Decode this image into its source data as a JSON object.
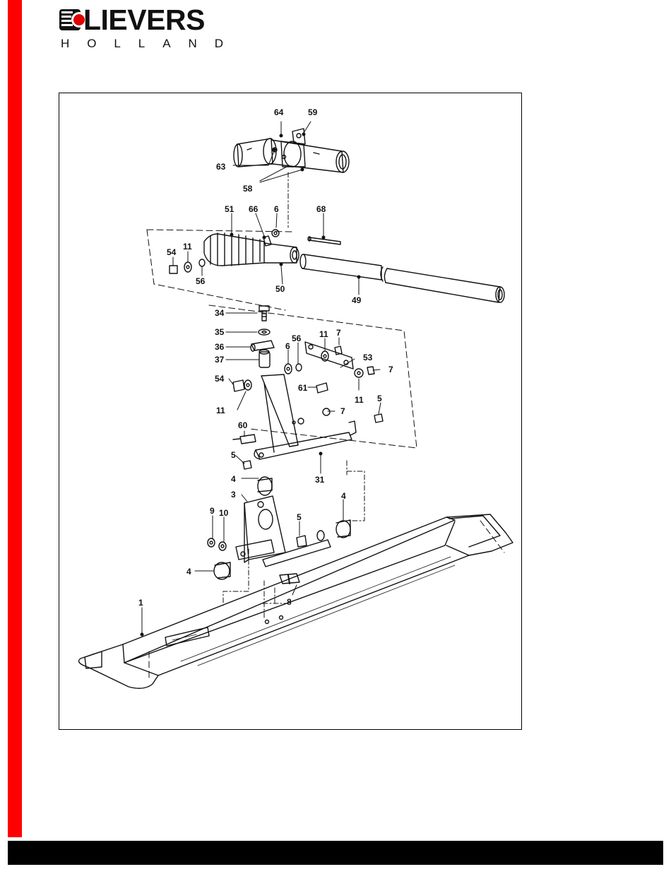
{
  "header": {
    "brand": "LIEVERS",
    "tagline_letters": [
      "H",
      "O",
      "L",
      "L",
      "A",
      "N",
      "D"
    ]
  },
  "colors": {
    "accent_bar": "#ff0000",
    "footer_bar": "#000000"
  },
  "diagram": {
    "callouts": [
      {
        "id": "c64",
        "text": "64"
      },
      {
        "id": "c59",
        "text": "59"
      },
      {
        "id": "c63",
        "text": "63"
      },
      {
        "id": "c58",
        "text": "58"
      },
      {
        "id": "c51",
        "text": "51"
      },
      {
        "id": "c66",
        "text": "66"
      },
      {
        "id": "c6a",
        "text": "6"
      },
      {
        "id": "c68",
        "text": "68"
      },
      {
        "id": "c54a",
        "text": "54"
      },
      {
        "id": "c11a",
        "text": "11"
      },
      {
        "id": "c56a",
        "text": "56"
      },
      {
        "id": "c50",
        "text": "50"
      },
      {
        "id": "c49",
        "text": "49"
      },
      {
        "id": "c34",
        "text": "34"
      },
      {
        "id": "c35",
        "text": "35"
      },
      {
        "id": "c36",
        "text": "36"
      },
      {
        "id": "c37",
        "text": "37"
      },
      {
        "id": "c56b",
        "text": "56"
      },
      {
        "id": "c6b",
        "text": "6"
      },
      {
        "id": "c11b",
        "text": "11"
      },
      {
        "id": "c7a",
        "text": "7"
      },
      {
        "id": "c53",
        "text": "53"
      },
      {
        "id": "c7b",
        "text": "7"
      },
      {
        "id": "c54b",
        "text": "54"
      },
      {
        "id": "c61",
        "text": "61"
      },
      {
        "id": "c11c",
        "text": "11"
      },
      {
        "id": "c11d",
        "text": "11"
      },
      {
        "id": "c7c",
        "text": "7"
      },
      {
        "id": "c5a",
        "text": "5"
      },
      {
        "id": "c60",
        "text": "60"
      },
      {
        "id": "c5b",
        "text": "5"
      },
      {
        "id": "c31",
        "text": "31"
      },
      {
        "id": "c4a",
        "text": "4"
      },
      {
        "id": "c3",
        "text": "3"
      },
      {
        "id": "c4b",
        "text": "4"
      },
      {
        "id": "c9",
        "text": "9"
      },
      {
        "id": "c10",
        "text": "10"
      },
      {
        "id": "c5c",
        "text": "5"
      },
      {
        "id": "c4c",
        "text": "4"
      },
      {
        "id": "c8",
        "text": "8"
      },
      {
        "id": "c1",
        "text": "1"
      }
    ]
  }
}
